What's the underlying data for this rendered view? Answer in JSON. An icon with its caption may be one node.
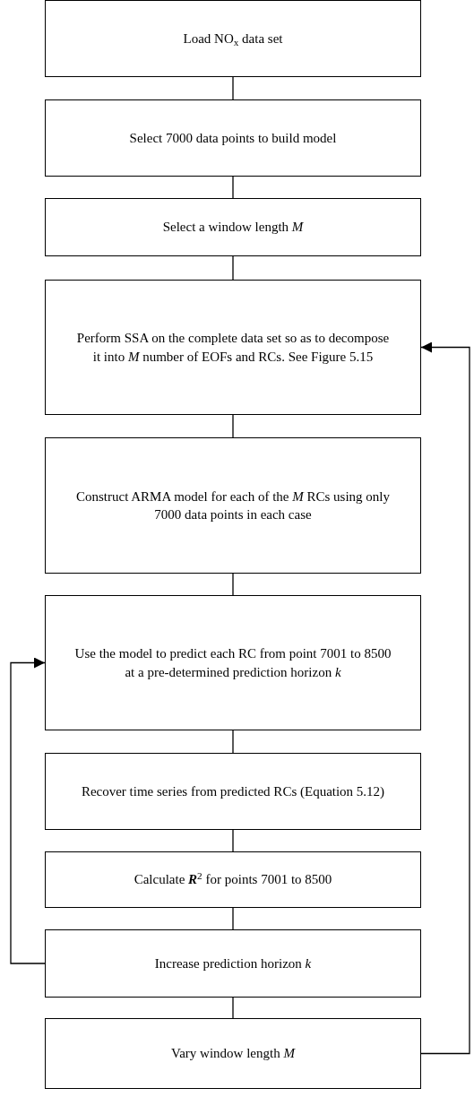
{
  "diagram": {
    "nodes": [
      {
        "text": [
          "Load NO$_{x}$ data set"
        ]
      },
      {
        "text": [
          "Select 7000 data points to build model"
        ]
      },
      {
        "text": [
          "Select a window length *M*"
        ]
      },
      {
        "text": [
          "Perform SSA on the complete data set so as to decompose it into *M* number of EOFs and RCs. See Figure 5.15"
        ]
      },
      {
        "text": [
          "Construct ARMA model for each of the *M* RCs using only 7000 data points in each case"
        ]
      },
      {
        "text": [
          "Use the model to predict each RC from point 7001 to 8500 at a pre-determined prediction horizon *k*"
        ]
      },
      {
        "text": [
          "Recover time series from predicted RCs (Equation 5.12)"
        ]
      },
      {
        "text": [
          "Calculate **R**$^{2}$ for points 7001 to 8500"
        ]
      },
      {
        "text": [
          "Increase prediction horizon *k*"
        ]
      },
      {
        "text": [
          "Vary window length *M*"
        ]
      }
    ],
    "edges": [
      {
        "from": 0,
        "to": 1,
        "arrow": "none"
      },
      {
        "from": 1,
        "to": 2,
        "arrow": "none"
      },
      {
        "from": 2,
        "to": 3,
        "arrow": "none"
      },
      {
        "from": 3,
        "to": 4,
        "arrow": "none"
      },
      {
        "from": 4,
        "to": 5,
        "arrow": "none"
      },
      {
        "from": 5,
        "to": 6,
        "arrow": "none"
      },
      {
        "from": 6,
        "to": 7,
        "arrow": "none"
      },
      {
        "from": 7,
        "to": 8,
        "arrow": "none"
      },
      {
        "from": 8,
        "to": 9,
        "arrow": "none"
      },
      {
        "from": 8,
        "to": 5,
        "arrow": "to"
      },
      {
        "from": 9,
        "to": 3,
        "arrow": "to"
      }
    ]
  }
}
